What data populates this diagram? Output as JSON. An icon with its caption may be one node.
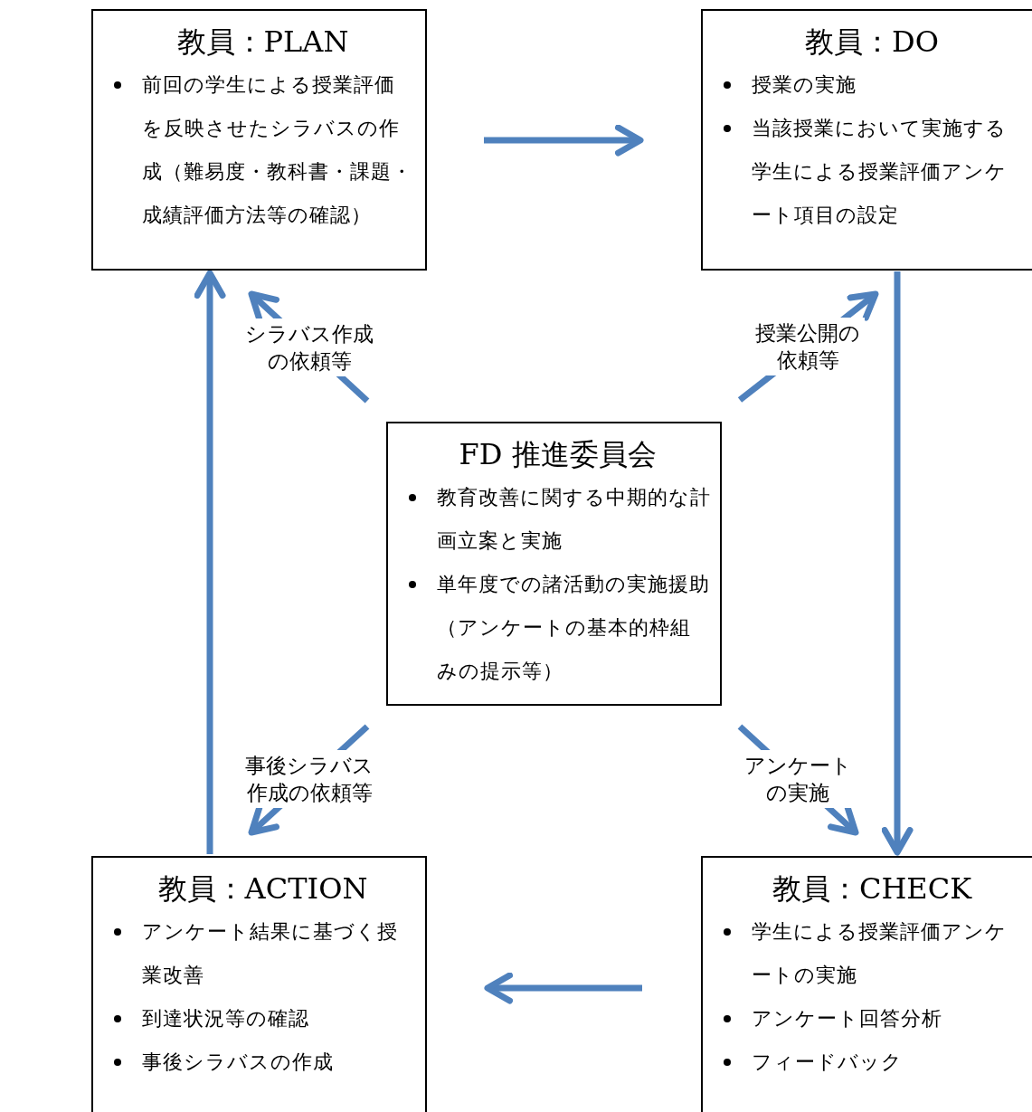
{
  "diagram": {
    "nodes": [
      {
        "text": [
          "教員：PLAN",
          "前回の学生による授業評価を反映させたシラバスの作成（難易度・教科書・課題・成績評価方法等の確認）"
        ]
      },
      {
        "text": [
          "教員：DO",
          "授業の実施",
          "当該授業において実施する学生による授業評価アンケート項目の設定"
        ]
      },
      {
        "text": [
          "FD 推進委員会",
          "教育改善に関する中期的な計画立案と実施",
          "単年度での諸活動の実施援助（アンケートの基本的枠組みの提示等）"
        ]
      },
      {
        "text": [
          "教員：ACTION",
          "アンケート結果に基づく授業改善",
          "到達状況等の確認",
          "事後シラバスの作成"
        ]
      },
      {
        "text": [
          "教員：CHECK",
          "学生による授業評価アンケートの実施",
          "アンケート回答分析",
          "フィードバック"
        ]
      }
    ],
    "edges": [
      {
        "from": 0,
        "to": 1,
        "arrow": "to"
      },
      {
        "from": 2,
        "to": 0,
        "arrow": "to",
        "label": "シラバス作成の依頼等"
      },
      {
        "from": 2,
        "to": 1,
        "arrow": "to",
        "label": "授業公開の依頼等"
      },
      {
        "from": 1,
        "to": 4,
        "arrow": "to"
      },
      {
        "from": 2,
        "to": 4,
        "arrow": "to",
        "label": "アンケートの実施"
      },
      {
        "from": 2,
        "to": 3,
        "arrow": "to",
        "label": "事後シラバス作成の依頼等"
      },
      {
        "from": 4,
        "to": 3,
        "arrow": "to"
      },
      {
        "from": 3,
        "to": 0,
        "arrow": "to"
      }
    ]
  }
}
